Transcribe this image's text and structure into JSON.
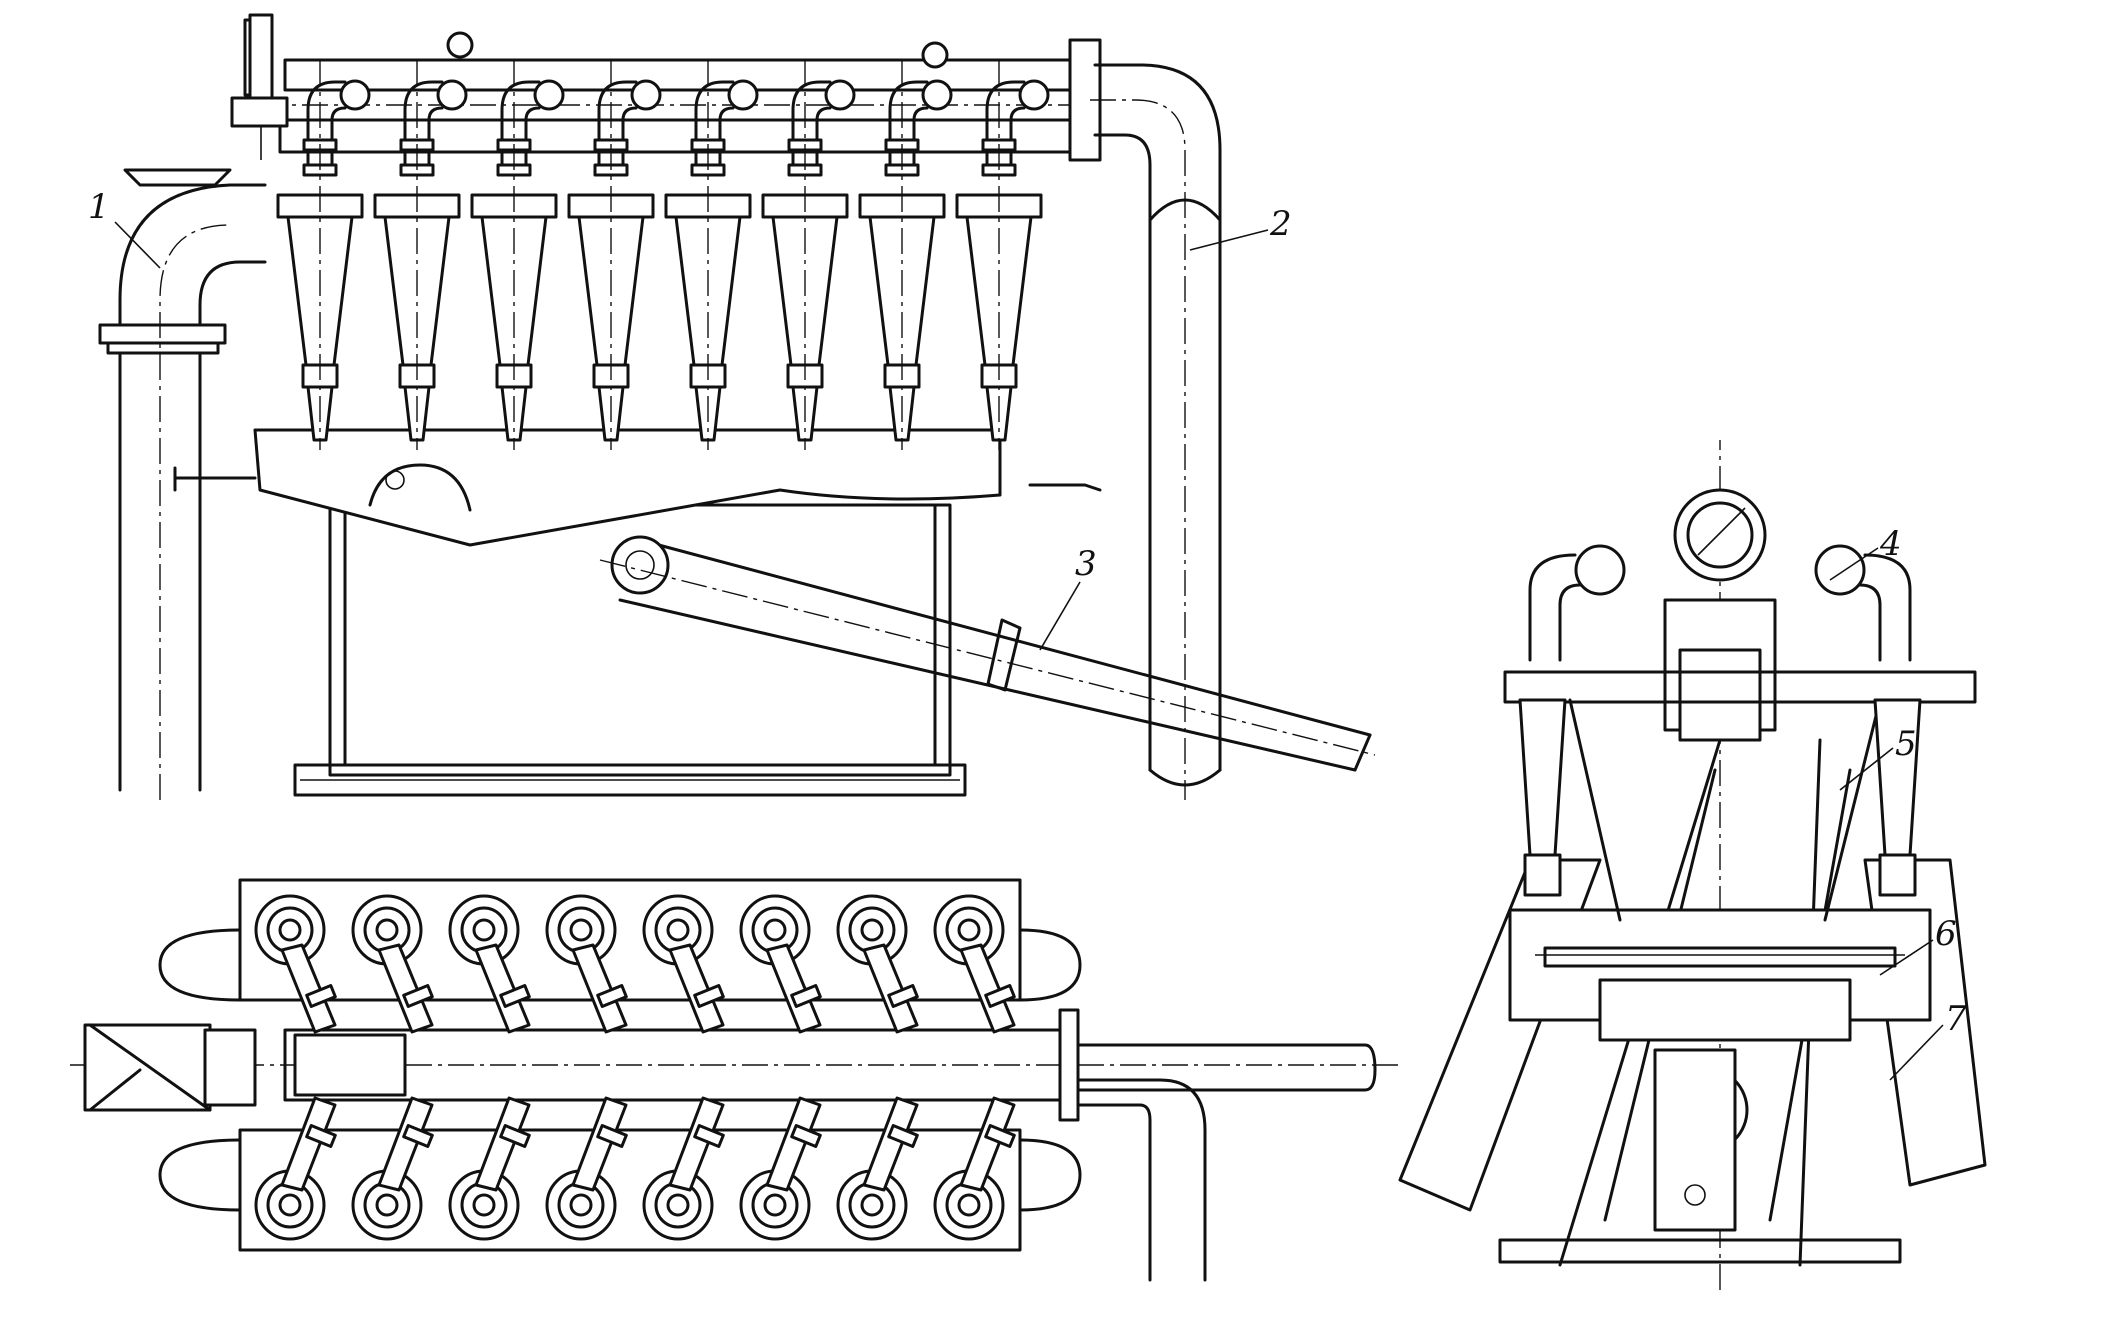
{
  "drawing": {
    "views": [
      {
        "name": "front-view"
      },
      {
        "name": "plan-view"
      },
      {
        "name": "side-view"
      }
    ],
    "callouts": [
      {
        "id": "1",
        "text": "1"
      },
      {
        "id": "2",
        "text": "2"
      },
      {
        "id": "3",
        "text": "3"
      },
      {
        "id": "4",
        "text": "4"
      },
      {
        "id": "5",
        "text": "5"
      },
      {
        "id": "6",
        "text": "6"
      },
      {
        "id": "7",
        "text": "7"
      }
    ],
    "hydrocyclone_count_front": 8,
    "hydrocyclone_count_plan_per_row": 8,
    "line_color": "#111111",
    "paper_color": "#ffffff"
  }
}
